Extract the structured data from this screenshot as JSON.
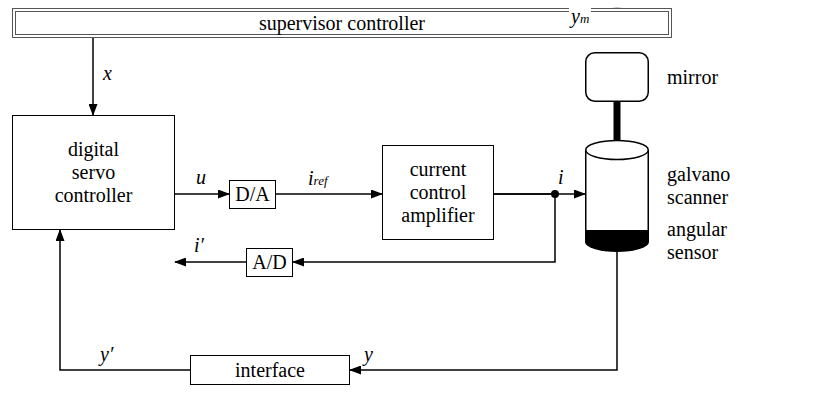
{
  "diagram": {
    "nodes": [
      {
        "text": [
          "supervisor controller"
        ]
      },
      {
        "text": [
          "digital servo controller"
        ]
      },
      {
        "text": [
          "D/A"
        ]
      },
      {
        "text": [
          "current control amplifier"
        ]
      },
      {
        "text": [
          "A/D"
        ]
      },
      {
        "text": [
          "interface"
        ]
      },
      {
        "text": [
          "mirror"
        ]
      },
      {
        "text": [
          "galvano scanner"
        ]
      },
      {
        "text": [
          "angular sensor"
        ]
      }
    ],
    "edges": [
      {
        "from": 0,
        "to": 1,
        "label": "x",
        "arrow": "to"
      },
      {
        "from": 1,
        "to": 2,
        "label": "u",
        "arrow": "to"
      },
      {
        "from": 2,
        "to": 3,
        "label": "iref",
        "arrow": "to"
      },
      {
        "from": 3,
        "to": 7,
        "label": "i",
        "arrow": "to"
      },
      {
        "from": 3,
        "to": 4,
        "arrow": "to"
      },
      {
        "from": 4,
        "to": 1,
        "label": "i′",
        "arrow": "to"
      },
      {
        "from": 8,
        "to": 5,
        "label": "y",
        "arrow": "to"
      },
      {
        "from": 5,
        "to": 1,
        "label": "y′",
        "arrow": "to"
      },
      {
        "from": 6,
        "to": 7,
        "arrow": "none"
      }
    ],
    "labels": [
      "ym"
    ]
  }
}
